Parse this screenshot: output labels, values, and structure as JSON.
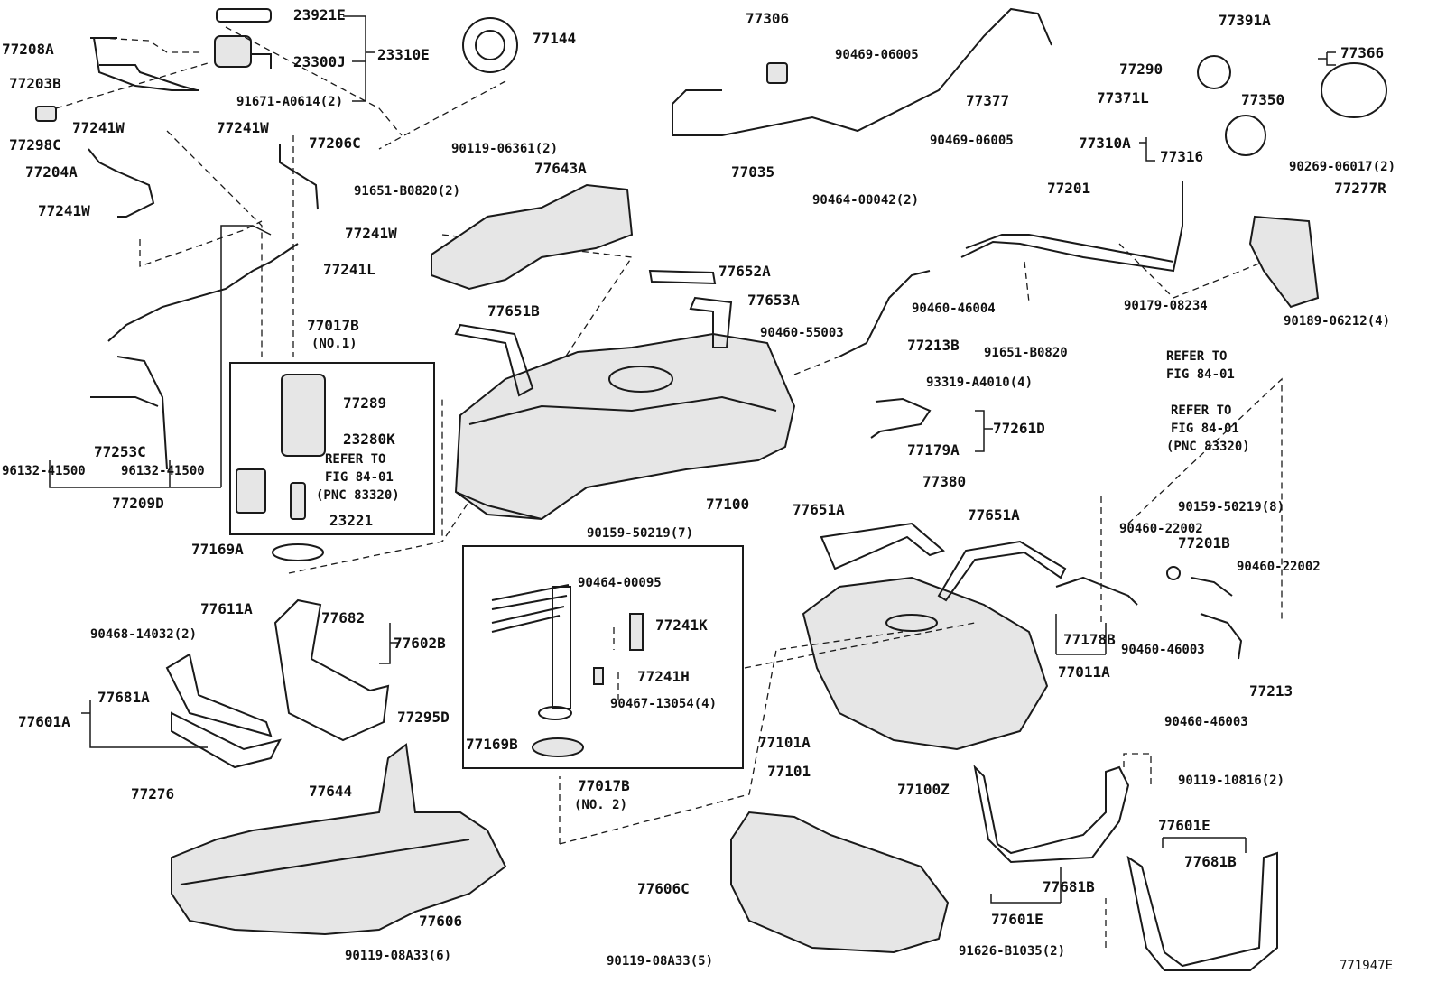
{
  "diagram_id": "771947E",
  "parts": {
    "p23921E": "23921E",
    "p77144": "77144",
    "p23310E": "23310E",
    "p23300J": "23300J",
    "p77208A": "77208A",
    "p77203B": "77203B",
    "p91671": "91671-A0614(2)",
    "p77298C": "77298C",
    "p77241W_a": "77241W",
    "p77241W_b": "77241W",
    "p77206C": "77206C",
    "p77204A": "77204A",
    "p91651_B0820_2": "91651-B0820(2)",
    "p90119_06361": "90119-06361(2)",
    "p77643A": "77643A",
    "p77241W_c": "77241W",
    "p77241W_d": "77241W",
    "p77241L": "77241L",
    "p77306": "77306",
    "p90469_06005_a": "90469-06005",
    "p77377": "77377",
    "p90469_06005_b": "90469-06005",
    "p77035": "77035",
    "p90464_00042": "90464-00042(2)",
    "p77391A": "77391A",
    "p77366": "77366",
    "p77290": "77290",
    "p77371L": "77371L",
    "p77350": "77350",
    "p77310A": "77310A",
    "p77316": "77316",
    "p90269": "90269-06017(2)",
    "p77201": "77201",
    "p77277R": "77277R",
    "p90179": "90179-08234",
    "p90189": "90189-06212(4)",
    "p77652A": "77652A",
    "p77653A": "77653A",
    "p77651B": "77651B",
    "p90460_55003": "90460-55003",
    "p90460_46004": "90460-46004",
    "p77213B": "77213B",
    "p91651_B0820": "91651-B0820",
    "p77017B_1": "77017B",
    "p77017B_1_sub": "(NO.1)",
    "p77289": "77289",
    "p23280K": "23280K",
    "refer_a_1": "REFER TO",
    "refer_a_2": "FIG 84-01",
    "refer_a_3": "(PNC 83320)",
    "p23221": "23221",
    "p77169A": "77169A",
    "p77253C": "77253C",
    "p96132_a": "96132-41500",
    "p96132_b": "96132-41500",
    "p77209D": "77209D",
    "p77100": "77100",
    "p93319": "93319-A4010(4)",
    "p77261D": "77261D",
    "p77179A": "77179A",
    "p77380": "77380",
    "refer_b_1": "REFER TO",
    "refer_b_2": "FIG 84-01",
    "refer_c_1": "REFER TO",
    "refer_c_2": "FIG 84-01",
    "refer_c_3": "(PNC 83320)",
    "p90159_8": "90159-50219(8)",
    "p90460_22002_a": "90460-22002",
    "p77201B": "77201B",
    "p90460_22002_b": "90460-22002",
    "p77651A_a": "77651A",
    "p77651A_b": "77651A",
    "p90159_7": "90159-50219(7)",
    "p90464_00095": "90464-00095",
    "p77241K": "77241K",
    "p77241H": "77241H",
    "p90467": "90467-13054(4)",
    "p77169B": "77169B",
    "p77017B_2": "77017B",
    "p77017B_2_sub": "(NO. 2)",
    "p77611A": "77611A",
    "p90468": "90468-14032(2)",
    "p77682": "77682",
    "p77602B": "77602B",
    "p77681A": "77681A",
    "p77601A": "77601A",
    "p77295D": "77295D",
    "p77644": "77644",
    "p77276": "77276",
    "p77606": "77606",
    "p90119_08A33_6": "90119-08A33(6)",
    "p77178B": "77178B",
    "p77011A": "77011A",
    "p90460_46003_a": "90460-46003",
    "p77213": "77213",
    "p90460_46003_b": "90460-46003",
    "p77101A": "77101A",
    "p77101": "77101",
    "p77100Z": "77100Z",
    "p90119_10816": "90119-10816(2)",
    "p77606C": "77606C",
    "p77681B_a": "77681B",
    "p77601E_a": "77601E",
    "p77601E_b": "77601E",
    "p77681B_b": "77681B",
    "p90119_08A33_5": "90119-08A33(5)",
    "p91626": "91626-B1035(2)"
  }
}
